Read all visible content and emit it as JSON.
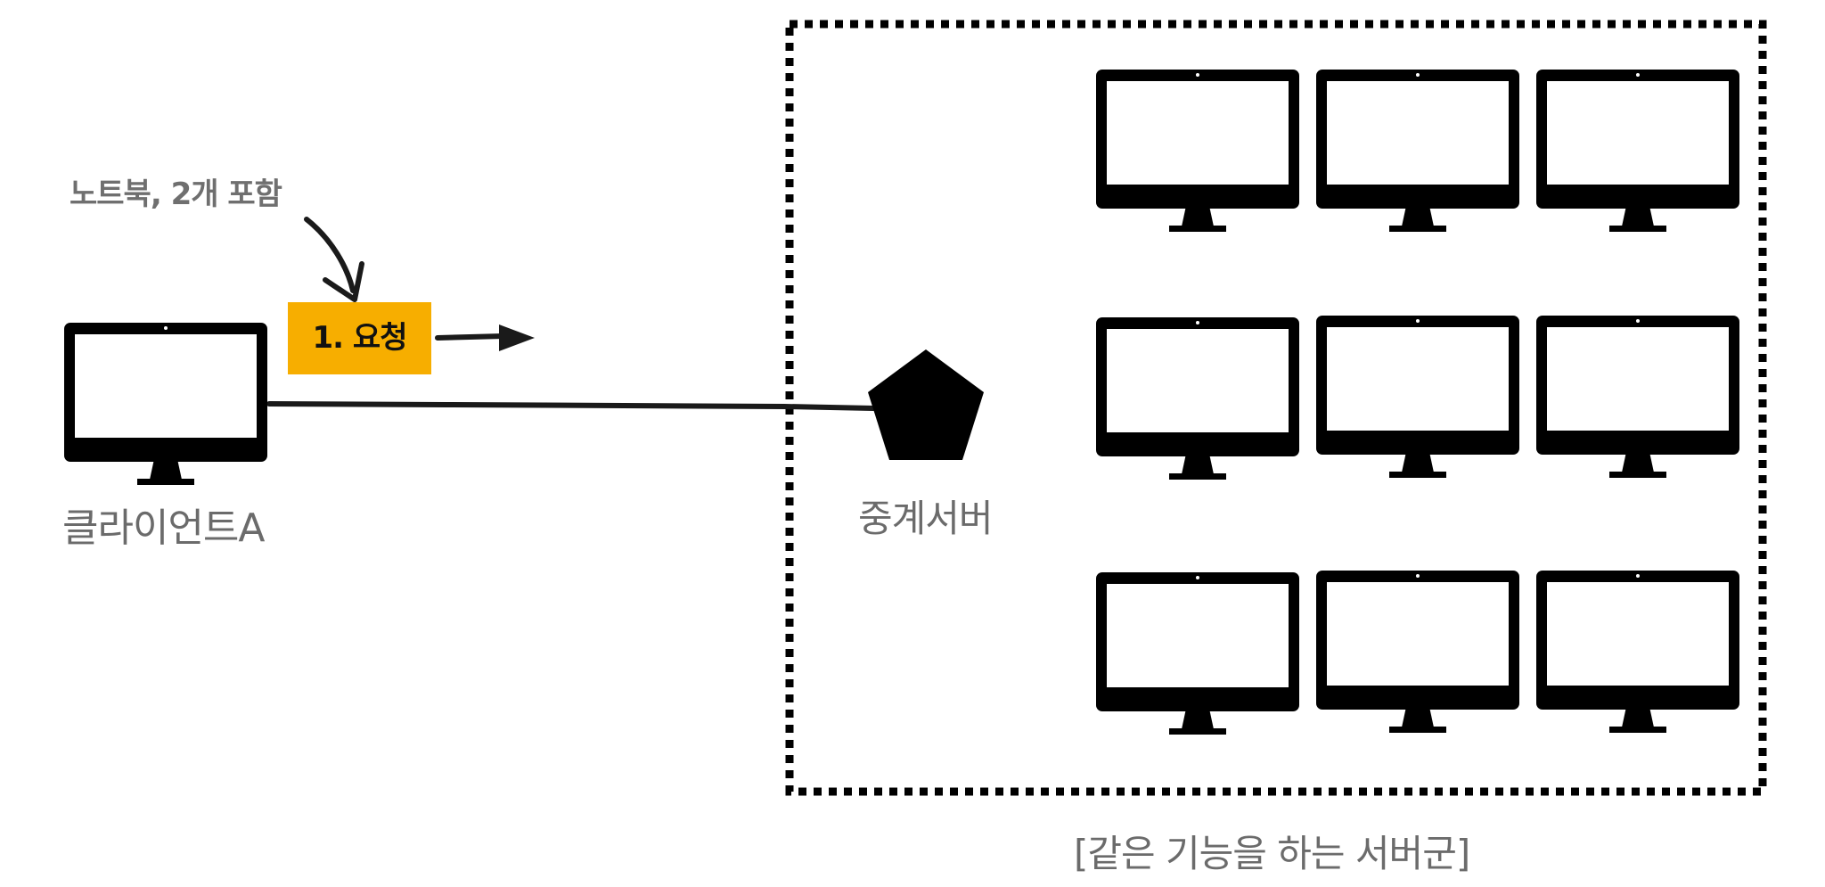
{
  "labels": {
    "annotation_note": "노트북, 2개 포함",
    "request_step": "1. 요청",
    "client": "클라이언트A",
    "relay_server": "중계서버",
    "server_group": "[같은 기능을 하는 서버군]"
  },
  "colors": {
    "request_box": "#F7AE00",
    "label_text": "#6b6b6b",
    "ink": "#000000",
    "dotted_border": "#000000"
  },
  "icons": {
    "client": "desktop-monitor-icon",
    "relay_server": "pentagon-icon",
    "servers": "desktop-monitor-icon"
  }
}
